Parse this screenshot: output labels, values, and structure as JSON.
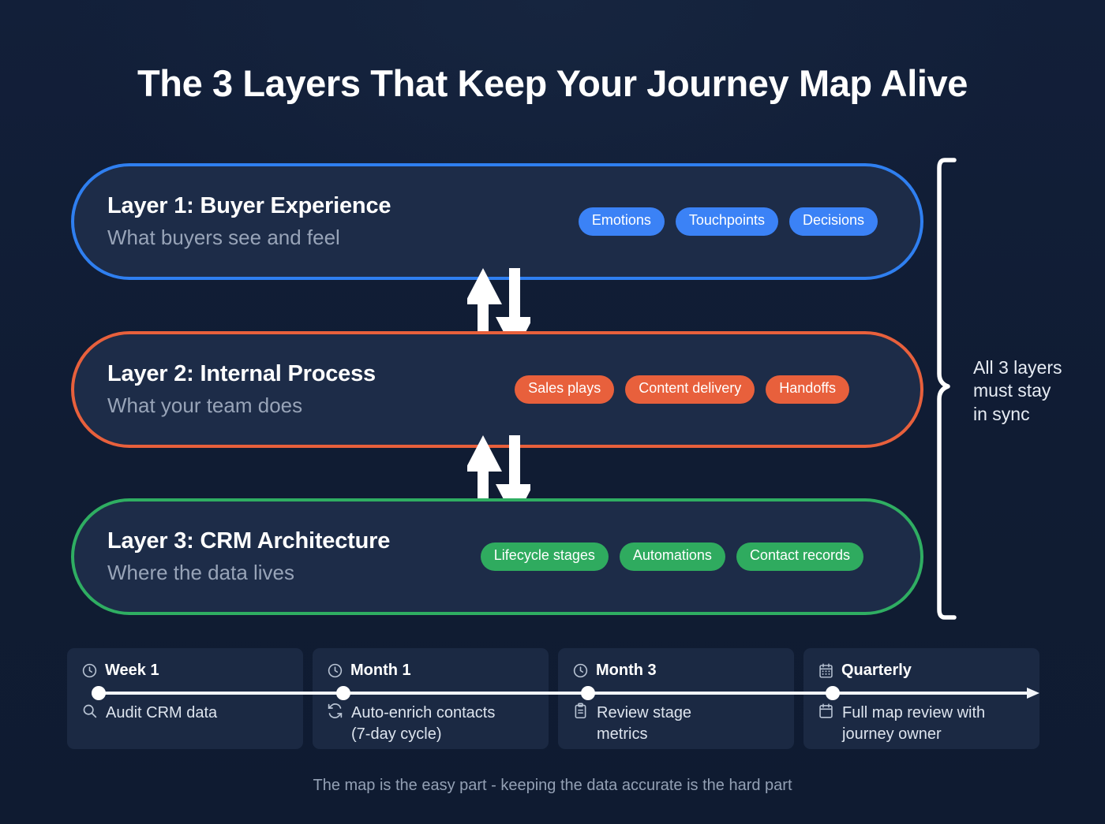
{
  "title": "The 3 Layers That Keep Your Journey Map Alive",
  "colors": {
    "background": "#111f38",
    "card_fill": "#1d2c48",
    "layer1": "#2f7ff0",
    "layer1_pill": "#3b82f6",
    "layer2": "#e8603c",
    "layer2_pill": "#e8603c",
    "layer3": "#2fae62",
    "layer3_pill": "#2fab5f",
    "title_text": "#ffffff",
    "subtitle_text": "#98a4b8",
    "timeline_card": "#1b2943",
    "footer_text": "#93a0b4"
  },
  "layers": [
    {
      "title": "Layer 1: Buyer Experience",
      "subtitle": "What buyers see and feel",
      "tags": [
        "Emotions",
        "Touchpoints",
        "Decisions"
      ]
    },
    {
      "title": "Layer 2: Internal Process",
      "subtitle": "What your team does",
      "tags": [
        "Sales plays",
        "Content delivery",
        "Handoffs"
      ]
    },
    {
      "title": "Layer 3: CRM Architecture",
      "subtitle": "Where the data lives",
      "tags": [
        "Lifecycle stages",
        "Automations",
        "Contact records"
      ]
    }
  ],
  "connectors": [
    {
      "up_icon": "arrow-up-icon",
      "down_icon": "arrow-down-icon"
    },
    {
      "up_icon": "arrow-up-icon",
      "down_icon": "arrow-down-icon"
    }
  ],
  "brace": {
    "note_line1": "All 3 layers",
    "note_line2": "must stay",
    "note_line3": "in sync",
    "note_full": "All 3 layers must stay in sync"
  },
  "timeline": {
    "items": [
      {
        "label": "Week 1",
        "head_icon": "clock-icon",
        "task_icon": "search-icon",
        "task_line1": "Audit CRM data",
        "task_line2": ""
      },
      {
        "label": "Month 1",
        "head_icon": "clock-icon",
        "task_icon": "refresh-icon",
        "task_line1": "Auto-enrich contacts",
        "task_line2": "(7-day cycle)"
      },
      {
        "label": "Month 3",
        "head_icon": "clock-icon",
        "task_icon": "clipboard-icon",
        "task_line1": "Review stage",
        "task_line2": "metrics"
      },
      {
        "label": "Quarterly",
        "head_icon": "calendar-grid-icon",
        "task_icon": "calendar-icon",
        "task_line1": "Full map review with",
        "task_line2": "journey owner"
      }
    ]
  },
  "footer": "The map is the easy part - keeping the data accurate is the hard part"
}
